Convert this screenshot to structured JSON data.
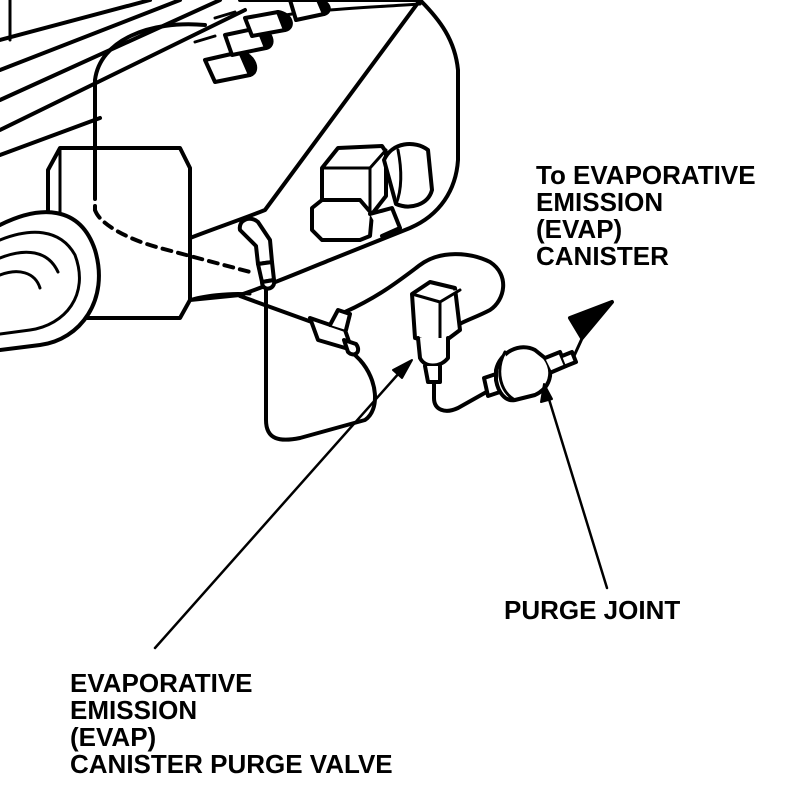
{
  "diagram": {
    "labels": {
      "canister": [
        "To EVAPORATIVE",
        "EMISSION",
        "(EVAP)",
        "CANISTER"
      ],
      "purge_joint": [
        "PURGE JOINT"
      ],
      "purge_valve": [
        "EVAPORATIVE",
        "EMISSION",
        "(EVAP)",
        "CANISTER PURGE VALVE"
      ]
    }
  },
  "colors": {
    "ink": "#000000",
    "paper": "#ffffff"
  }
}
